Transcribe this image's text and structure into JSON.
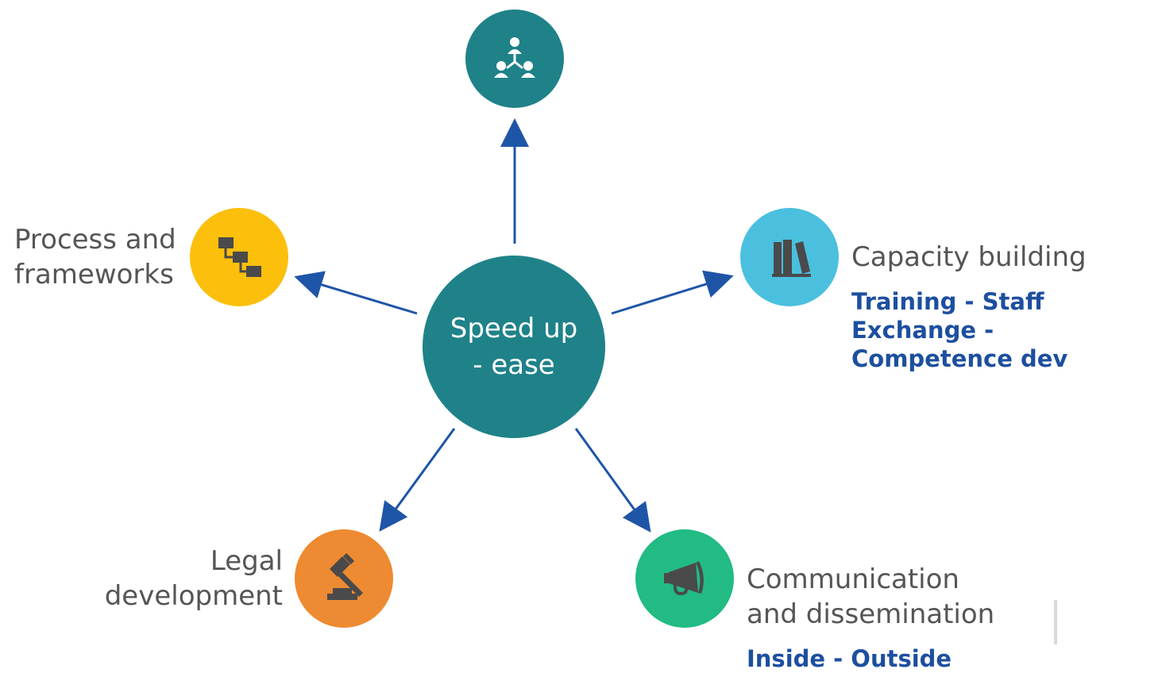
{
  "colors": {
    "center": "#1f8289",
    "top": "#1f8289",
    "process": "#fbbf0c",
    "capacity": "#4ac0de",
    "legal": "#ee8a31",
    "communication": "#22bb84",
    "arrow": "#1f55a7",
    "label_text": "#555555",
    "sublabel_text": "#1d4f9f",
    "icon_dark": "#4a4a4a",
    "icon_light": "#ffffff"
  },
  "center": {
    "label": "Speed up\n- ease",
    "icon": "none"
  },
  "nodes": {
    "top": {
      "icon": "people-network-icon"
    },
    "process": {
      "label": "Process and\nframeworks",
      "icon": "flowchart-icon"
    },
    "capacity": {
      "label": "Capacity building",
      "sublabel": "Training - Staff Exchange -\nCompetence dev",
      "icon": "books-icon"
    },
    "legal": {
      "label": "Legal\ndevelopment",
      "icon": "gavel-icon"
    },
    "communication": {
      "label": "Communication\nand dissemination",
      "sublabel": "Inside - Outside",
      "icon": "megaphone-icon"
    }
  }
}
